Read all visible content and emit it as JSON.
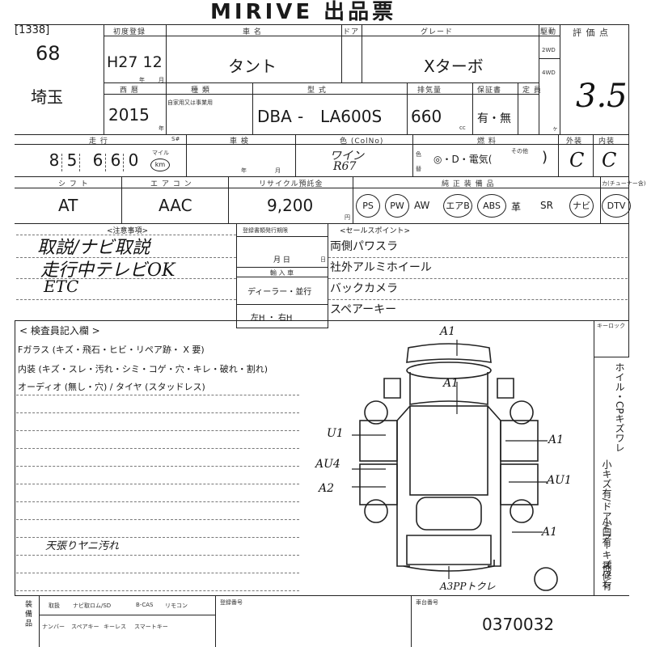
{
  "header": {
    "title": "MIRIVE 出品票",
    "lot_bracket": "[1338]",
    "lot_number": "68",
    "region": "埼玉"
  },
  "labels": {
    "first_reg": "初度登録",
    "car_name": "車 名",
    "doors": "ドア",
    "grade": "グレード",
    "drive": "駆動",
    "score": "評 価 点",
    "year": "西 暦",
    "kind": "種 類",
    "kind_sub": "自家用又は事業用",
    "model": "型 式",
    "displacement": "排気量",
    "warranty": "保証書",
    "capacity": "定 員",
    "mileage": "走 行",
    "shaken": "車 検",
    "color": "色 (ColNo)",
    "fuel": "燃 料",
    "exterior": "外装",
    "interior": "内装",
    "shift": "シ フ ト",
    "aircon": "エ ア コ ン",
    "recycle": "リサイクル預託金",
    "options": "純 正 装 備 品",
    "car_tv": "カ(チューナー含)",
    "notes": "<注意事項>",
    "reg_doc": "登録書類発行期限",
    "import": "輸 入 車",
    "sale_points": "<セールスポイント>",
    "inspector": "< 検査員記入欄 >",
    "keylock": "キーロック",
    "tori": "取扱",
    "navi_rom": "ナビ取ロム/SD",
    "bcas": "B-CAS",
    "remocon": "リモコン",
    "reg_no": "登録番号",
    "number": "ナンバー",
    "spare_key": "スペアキー",
    "keyless": "キーレス",
    "smart_key": "スマートキー",
    "bottom_side": "装 備 品",
    "chassis_no": "車台番号",
    "sm": "S#",
    "unit_mile": "マイル",
    "unit_km": "km",
    "nen": "年",
    "tsuki": "月",
    "cc": "cc",
    "en": "円",
    "shiki": "色",
    "kae": "替",
    "hi": "日",
    "sonota": "その他",
    "kanma": "ヶ"
  },
  "vehicle": {
    "first_reg": "H27 12",
    "car_name": "タント",
    "grade": "Xターボ",
    "drive_2wd": "2WD",
    "drive_4wd": "4WD",
    "score": "3.5",
    "year": "2015",
    "model_prefix": "DBA",
    "model_dash": "-",
    "model": "LA600S",
    "displacement": "660",
    "warranty": "有・無",
    "mileage_digits": [
      "8",
      "5",
      "6",
      "6",
      "0"
    ],
    "color": "ワイン",
    "color_no": "R67",
    "fuel": "◎・D・電気(",
    "fuel_close": ")",
    "exterior_grade": "C",
    "interior_grade": "C",
    "shift": "AT",
    "aircon": "AAC",
    "recycle": "9,200"
  },
  "options": [
    {
      "label": "PS",
      "circled": true
    },
    {
      "label": "PW",
      "circled": true
    },
    {
      "label": "AW",
      "circled": false
    },
    {
      "label": "エアB",
      "circled": true
    },
    {
      "label": "ABS",
      "circled": true
    },
    {
      "label": "革",
      "circled": false
    },
    {
      "label": "SR",
      "circled": false
    },
    {
      "label": "ナビ",
      "circled": true
    },
    {
      "label": "DTV",
      "circled": true
    }
  ],
  "notes": {
    "line1": "取説/ナビ取説",
    "line2": "走行中テレビOK",
    "line3": "ETC"
  },
  "import_box": {
    "month_day": "月      日",
    "dealer": "ディーラー・並行",
    "hand": "左H  ・  右H"
  },
  "sale_points": [
    "両側パワスラ",
    "社外アルミホイール",
    "バックカメラ",
    "スペアーキー"
  ],
  "inspector": {
    "glass": "Fガラス (キズ・飛石・ヒビ・リペア跡・ X 要)",
    "interior": "内装 (キズ・スレ・汚れ・シミ・コゲ・穴・キレ・破れ・割れ)",
    "audio": "オーディオ (無し・穴) / タイヤ (スタッドレス)",
    "handwritten": "天張りヤニ汚れ"
  },
  "side_notes": {
    "wheel": "ホイル・CPキズワレ",
    "mirror": "小キズ有/ドアミラーキズワレ",
    "small": "小凹有",
    "repair": "補修有"
  },
  "diagram_marks": [
    "A1",
    "A1",
    "U1",
    "AU4",
    "A2",
    "A1",
    "AU1",
    "A1",
    "A3PPトクレ"
  ],
  "chassis_number": "0370032"
}
